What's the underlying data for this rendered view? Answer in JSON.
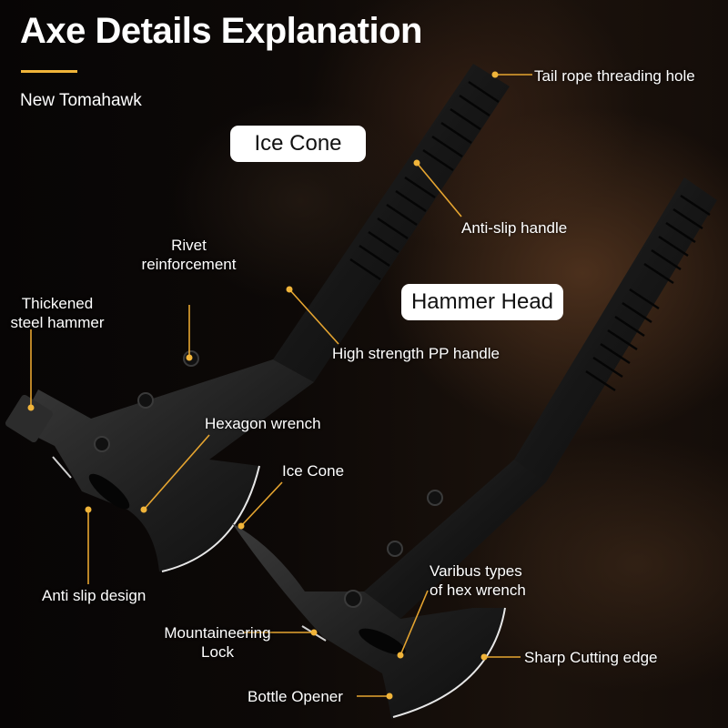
{
  "header": {
    "title": "Axe Details Explanation",
    "subtitle": "New Tomahawk",
    "accent_color": "#f0b43a"
  },
  "tags": {
    "ice_cone": "Ice Cone",
    "hammer_head": "Hammer Head"
  },
  "callouts": {
    "tail_rope_hole": "Tail rope threading hole",
    "anti_slip_handle": "Anti-slip handle",
    "rivet_reinforcement_line1": "Rivet",
    "rivet_reinforcement_line2": "reinforcement",
    "thickened_hammer_line1": "Thickened",
    "thickened_hammer_line2": "steel hammer",
    "high_strength_handle": "High strength PP handle",
    "hexagon_wrench": "Hexagon wrench",
    "ice_cone": "Ice Cone",
    "anti_slip_design": "Anti slip design",
    "hex_wrench_types_line1": "Varibus types",
    "hex_wrench_types_line2": "of hex wrench",
    "mountaineering_lock_line1": "Mountaineering",
    "mountaineering_lock_line2": "Lock",
    "sharp_cutting_edge": "Sharp Cutting edge",
    "bottle_opener": "Bottle Opener"
  },
  "colors": {
    "leader_line": "#e6a530",
    "tag_background": "#ffffff",
    "tag_text": "#111111"
  }
}
